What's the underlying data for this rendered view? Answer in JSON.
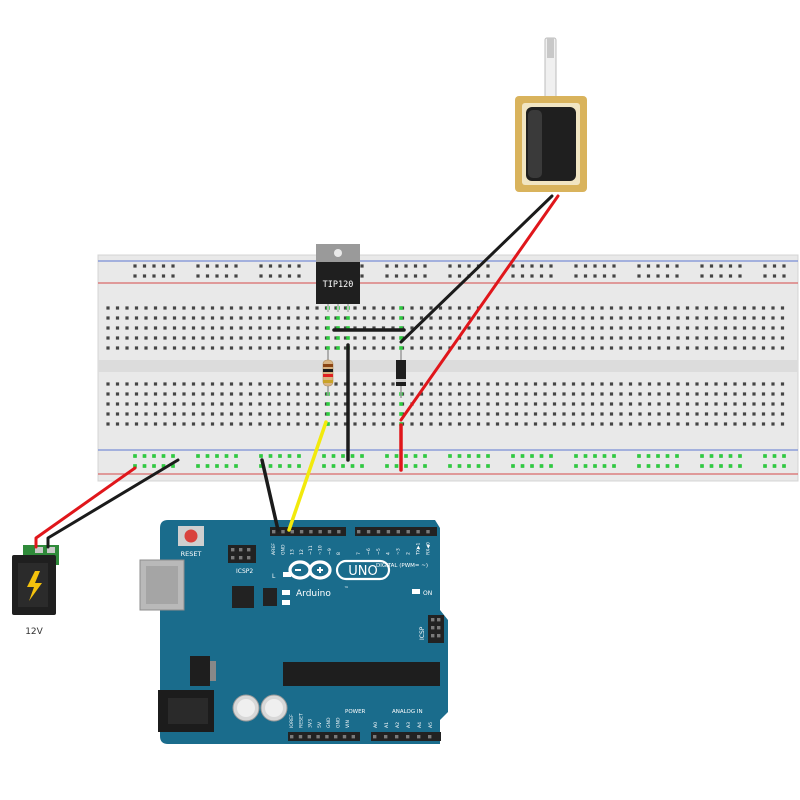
{
  "transistor": {
    "label": "TIP120"
  },
  "power_jack": {
    "label": "12V"
  },
  "arduino": {
    "brand": "Arduino",
    "trademark": "™",
    "model": "UNO",
    "reset_label": "RESET",
    "icsp_label": "ICSP",
    "icsp2_label": "ICSP2",
    "on_label": "ON",
    "l_label": "L",
    "tx_label": "TX",
    "rx_label": "RX",
    "digital_label": "DIGITAL (PWM= ~)",
    "power_label": "POWER",
    "analog_label": "ANALOG IN",
    "digital_pins_left": [
      "AREF",
      "GND",
      "13",
      "12",
      "~11",
      "~10",
      "~9",
      "8"
    ],
    "digital_pins_right": [
      "7",
      "~6",
      "~5",
      "4",
      "~3",
      "2",
      "TX▶1",
      "RX◀0"
    ],
    "power_pins": [
      "IOREF",
      "RESET",
      "3V3",
      "5V",
      "GND",
      "GND",
      "VIN"
    ],
    "analog_pins": [
      "A0",
      "A1",
      "A2",
      "A3",
      "A4",
      "A5"
    ]
  },
  "colors": {
    "pcb": "#1a6c8c",
    "pcb_dark": "#15586f",
    "breadboard": "#e8e8e8",
    "rail_red": "#d96a6a",
    "rail_blue": "#7a8fd6",
    "wire_red": "#e0161b",
    "wire_black": "#1b1b1b",
    "wire_yellow": "#f2ea0c",
    "solenoid_frame": "#d9b35c",
    "header": "#222222"
  }
}
